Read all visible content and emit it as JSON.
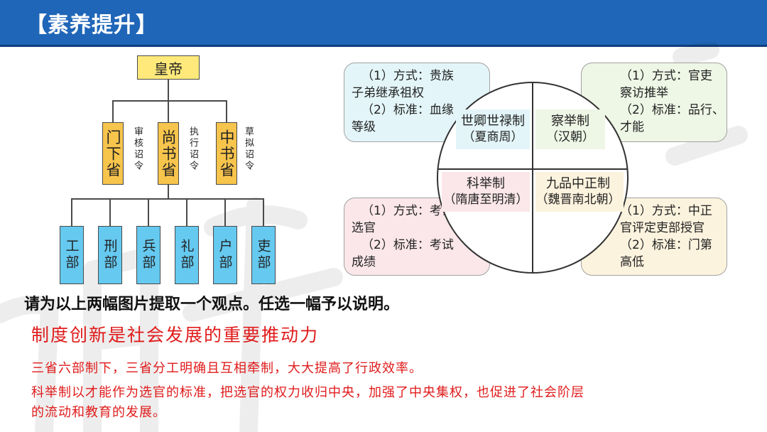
{
  "header": {
    "title": "【素养提升】",
    "background": "#1f66b8"
  },
  "org_chart": {
    "emperor": "皇帝",
    "departments": [
      {
        "name": "门下省",
        "duty": "审核诏令"
      },
      {
        "name": "尚书省",
        "duty": "执行诏令"
      },
      {
        "name": "中书省",
        "duty": "草拟诏令"
      }
    ],
    "ministries": [
      "工部",
      "刑部",
      "兵部",
      "礼部",
      "户部",
      "吏部"
    ]
  },
  "systems": {
    "quadrants": [
      {
        "name": "世卿世禄制",
        "era": "（夏商周）"
      },
      {
        "name": "察举制",
        "era": "（汉朝）"
      },
      {
        "name": "科举制",
        "era": "（隋唐至明清）"
      },
      {
        "name": "九品中正制",
        "era": "（魏晋南北朝）"
      }
    ],
    "notes": [
      {
        "lines": [
          "（1）方式：贵族",
          "子弟继承祖权",
          "（2）标准：血缘",
          "等级"
        ]
      },
      {
        "lines": [
          "（1）方式：官吏",
          "察访推举",
          "（2）标准：品行、",
          "才能"
        ]
      },
      {
        "lines": [
          "（1）方式：考试",
          "选官",
          "（2）标准：考试",
          "成绩"
        ]
      },
      {
        "lines": [
          "（1）方式：中正",
          "官评定吏部授官",
          "（2）标准：门第",
          "高低"
        ]
      }
    ]
  },
  "question": "请为以上两幅图片提取一个观点。任选一幅予以说明。",
  "answer": {
    "title": "制度创新是社会发展的重要推动力",
    "lines": [
      "三省六部制下，三省分工明确且互相牵制，大大提高了行政效率。",
      "科举制以才能作为选官的标准，把选官的权力收归中央，加强了中央集权，也促进了社会阶层",
      "的流动和教育的发展。"
    ],
    "color": "#e01b1b"
  }
}
